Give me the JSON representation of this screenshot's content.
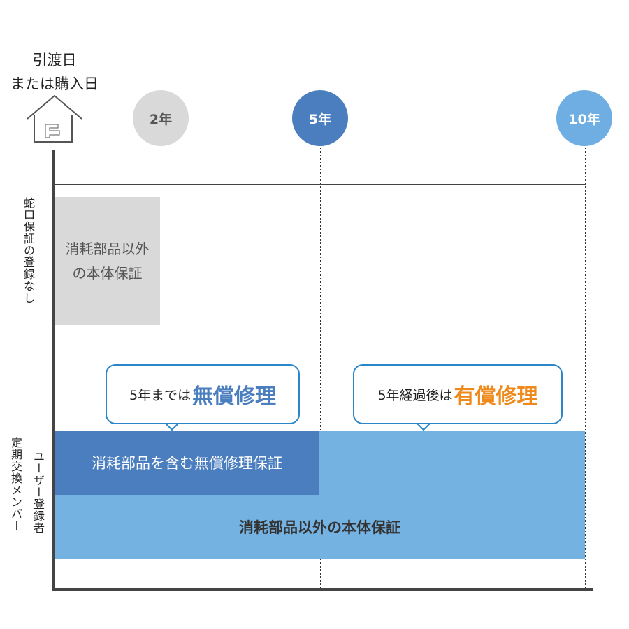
{
  "header": {
    "title_line1": "引渡日",
    "title_line2": "または購入日"
  },
  "milestones": [
    {
      "label": "2年",
      "color": "#d9d9d9",
      "text_color": "#555555"
    },
    {
      "label": "5年",
      "color": "#4a7ebf",
      "text_color": "#ffffff"
    },
    {
      "label": "10年",
      "color": "#6eaee2",
      "text_color": "#ffffff"
    }
  ],
  "rows": {
    "unregistered_label": "蛇口保証の登録なし",
    "registered_label_1": "ユーザー登録者",
    "registered_label_2": "定期交換メンバー"
  },
  "unregistered_box": {
    "line1": "消耗部品以外",
    "line2": "の本体保証",
    "color": "#d9d9d9"
  },
  "callouts": [
    {
      "prefix": "5年までは",
      "emphasis": "無償修理",
      "emphasis_color": "#4a7ebf"
    },
    {
      "prefix": "5年経過後は",
      "emphasis": "有償修理",
      "emphasis_color": "#ee8a1c"
    }
  ],
  "bars": {
    "free_repair": "消耗部品を含む無償修理保証",
    "body_warranty": "消耗部品以外の本体保証",
    "dark_color": "#4a7ebf",
    "light_color": "#74b2e2"
  }
}
